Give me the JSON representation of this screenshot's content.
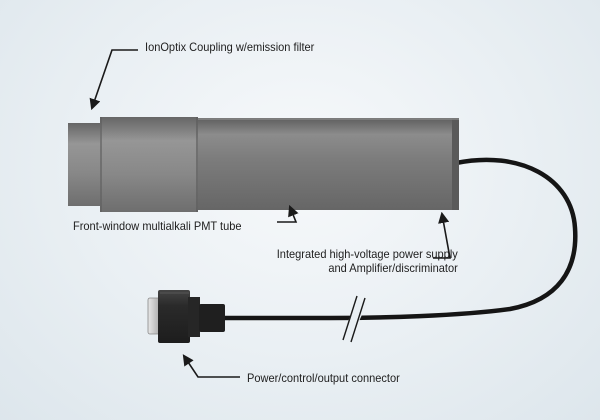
{
  "labels": {
    "coupling": "IonOptix Coupling w/emission filter",
    "pmt_tube": "Front-window multialkali PMT tube",
    "power_supply_line1": "Integrated high-voltage power supply",
    "power_supply_line2": "and Amplifier/discriminator",
    "connector": "Power/control/output connector"
  },
  "colors": {
    "background": "#e9eff3",
    "tube_body": "#7a7a7a",
    "coupling": "#868686",
    "cable": "#151515",
    "connector": "#2b2b2b",
    "arrows": "#1a1a1a"
  },
  "icons": {
    "break_mark": "double-slash-break-icon"
  }
}
